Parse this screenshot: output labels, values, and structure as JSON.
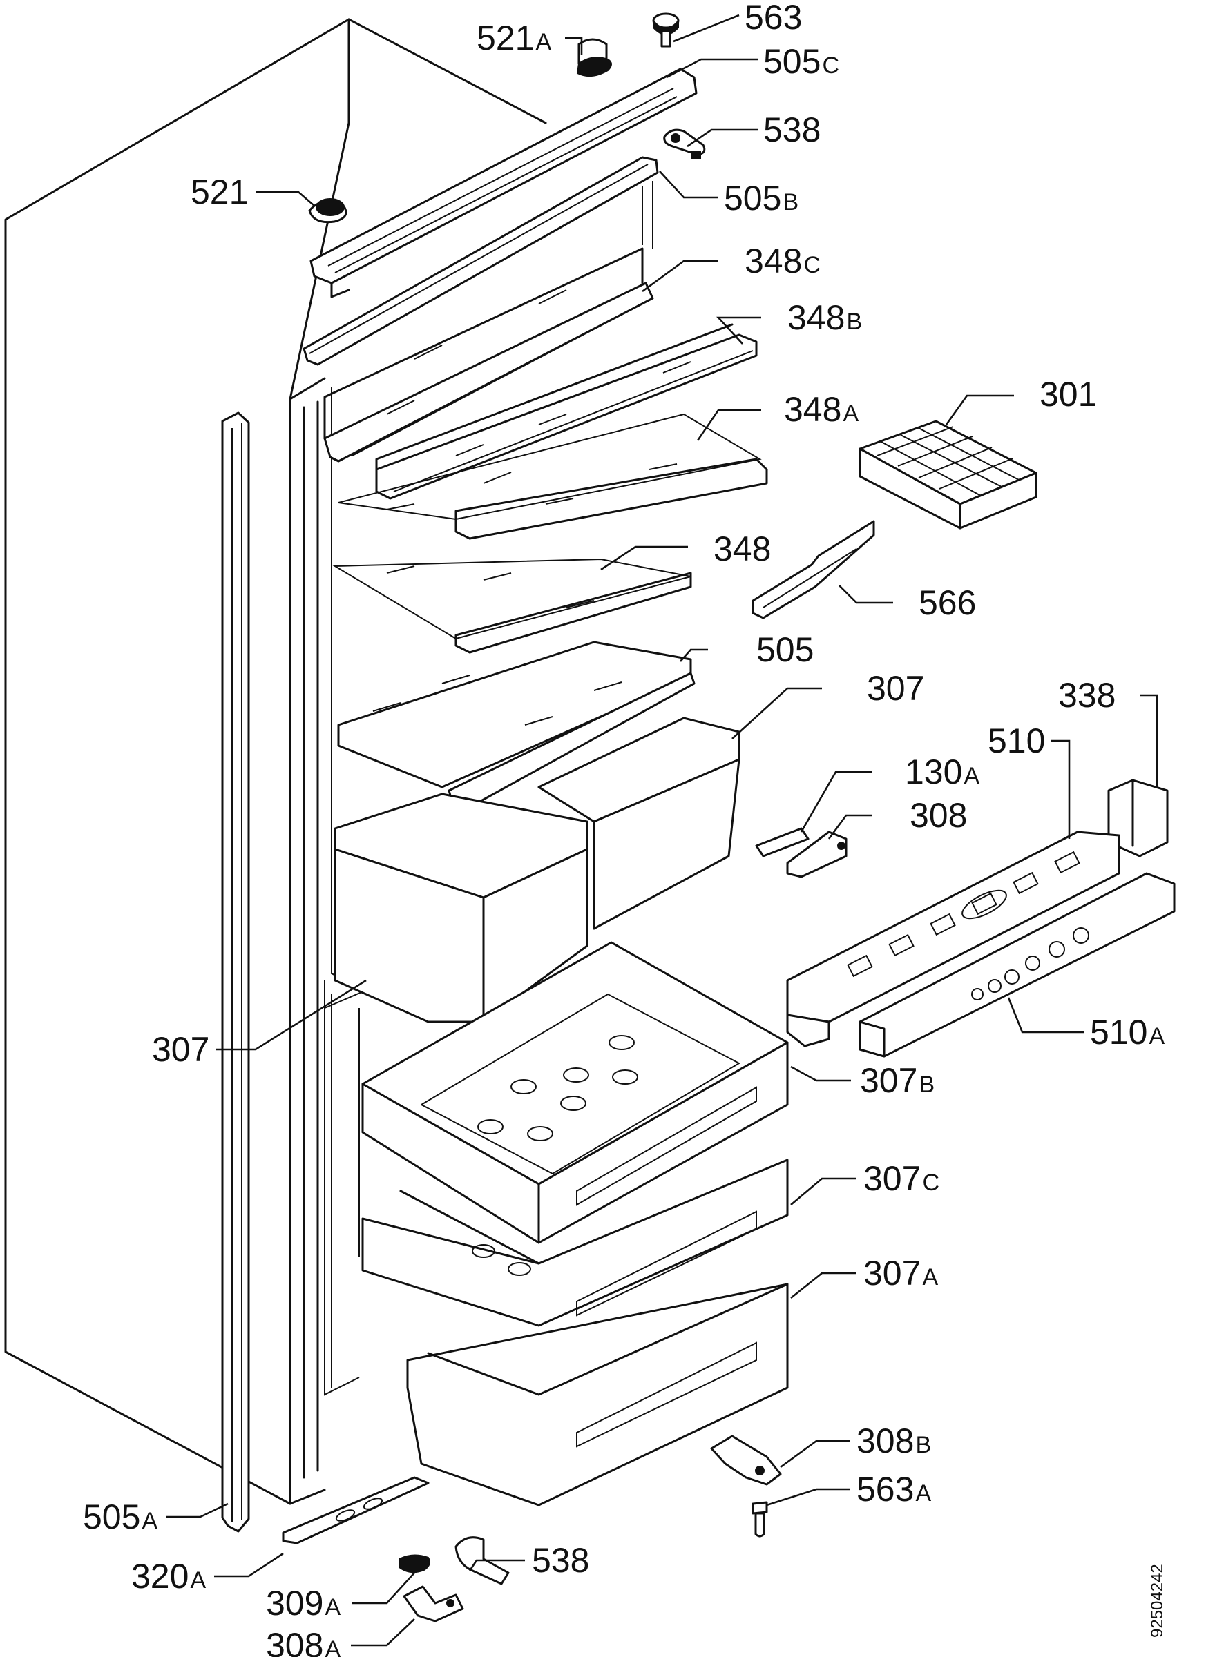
{
  "figure_id": "92504242",
  "callouts": [
    {
      "id": "c563",
      "num": "563",
      "sfx": ""
    },
    {
      "id": "c521a",
      "num": "521",
      "sfx": "A"
    },
    {
      "id": "c505c",
      "num": "505",
      "sfx": "C"
    },
    {
      "id": "c538top",
      "num": "538",
      "sfx": ""
    },
    {
      "id": "c521",
      "num": "521",
      "sfx": ""
    },
    {
      "id": "c505b",
      "num": "505",
      "sfx": "B"
    },
    {
      "id": "c348c",
      "num": "348",
      "sfx": "C"
    },
    {
      "id": "c348b",
      "num": "348",
      "sfx": "B"
    },
    {
      "id": "c348a",
      "num": "348",
      "sfx": "A"
    },
    {
      "id": "c301",
      "num": "301",
      "sfx": ""
    },
    {
      "id": "c348",
      "num": "348",
      "sfx": ""
    },
    {
      "id": "c566",
      "num": "566",
      "sfx": ""
    },
    {
      "id": "c505",
      "num": "505",
      "sfx": ""
    },
    {
      "id": "c307top",
      "num": "307",
      "sfx": ""
    },
    {
      "id": "c338",
      "num": "338",
      "sfx": ""
    },
    {
      "id": "c510",
      "num": "510",
      "sfx": ""
    },
    {
      "id": "c130a",
      "num": "130",
      "sfx": "A"
    },
    {
      "id": "c308",
      "num": "308",
      "sfx": ""
    },
    {
      "id": "c307left",
      "num": "307",
      "sfx": ""
    },
    {
      "id": "c510a",
      "num": "510",
      "sfx": "A"
    },
    {
      "id": "c307b",
      "num": "307",
      "sfx": "B"
    },
    {
      "id": "c307c",
      "num": "307",
      "sfx": "C"
    },
    {
      "id": "c307a",
      "num": "307",
      "sfx": "A"
    },
    {
      "id": "c308b",
      "num": "308",
      "sfx": "B"
    },
    {
      "id": "c563a",
      "num": "563",
      "sfx": "A"
    },
    {
      "id": "c505a",
      "num": "505",
      "sfx": "A"
    },
    {
      "id": "c538bot",
      "num": "538",
      "sfx": ""
    },
    {
      "id": "c320a",
      "num": "320",
      "sfx": "A"
    },
    {
      "id": "c309a",
      "num": "309",
      "sfx": "A"
    },
    {
      "id": "c308a",
      "num": "308",
      "sfx": "A"
    }
  ]
}
